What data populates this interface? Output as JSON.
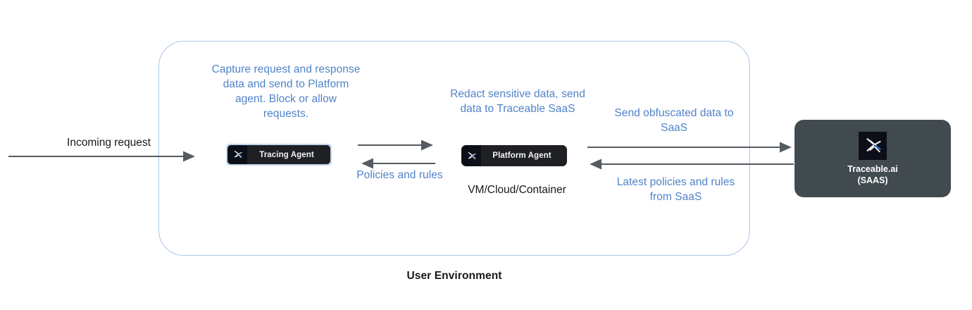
{
  "environment": {
    "caption": "User Environment",
    "border_color": "#a9c7e8"
  },
  "colors": {
    "note_blue": "#5083c9",
    "arrow_gray": "#555b60",
    "badge_dark": "#1e2024",
    "saas_slate": "#414a4f",
    "logo_blue": "#2f6fd0",
    "text_black": "#15181c"
  },
  "notes": {
    "capture": "Capture request and response data and send to Platform agent. Block or allow requests.",
    "redact": "Redact sensitive data, send data to Traceable SaaS",
    "obfuscated": "Send obfuscated data to SaaS",
    "policies": "Policies and rules",
    "latest_policies": "Latest policies and rules from SaaS"
  },
  "labels": {
    "incoming_request": "Incoming request",
    "vm_cloud_container": "VM/Cloud/Container"
  },
  "agents": [
    {
      "id": "tracing-agent",
      "name": "Tracing Agent",
      "icon": "traceable-logo-icon",
      "highlighted": true
    },
    {
      "id": "platform-agent",
      "name": "Platform Agent",
      "icon": "traceable-logo-icon",
      "highlighted": false
    }
  ],
  "saas": {
    "icon": "traceable-logo-icon",
    "name": "Traceable.ai",
    "subtitle": "(SAAS)"
  },
  "flows": [
    {
      "id": "incoming-request",
      "direction": "right",
      "label": "Incoming request"
    },
    {
      "id": "tracing-to-platform",
      "direction": "right",
      "label": ""
    },
    {
      "id": "platform-to-tracing",
      "direction": "left",
      "label": "Policies and rules"
    },
    {
      "id": "platform-to-saas",
      "direction": "right",
      "label": "Send obfuscated data to SaaS"
    },
    {
      "id": "saas-to-platform",
      "direction": "left",
      "label": "Latest policies and rules from SaaS"
    }
  ]
}
